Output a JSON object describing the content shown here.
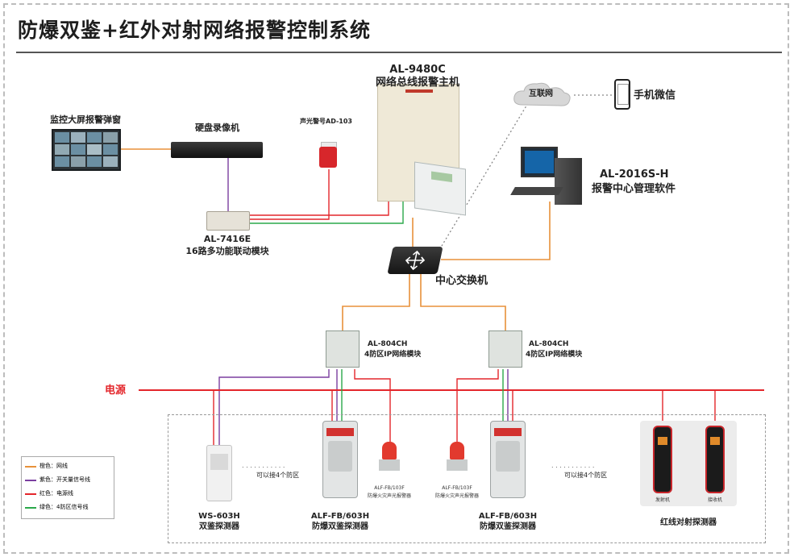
{
  "title": "防爆双鉴+红外对射网络报警控制系统",
  "nodes": {
    "host_model": "AL-9480C",
    "host_name": "网络总线报警主机",
    "video_wall": "监控大屏报警弹窗",
    "nvr": "硬盘录像机",
    "linkage_model": "AL-7416E",
    "linkage_name": "16路多功能联动模块",
    "siren": "声光警号AD-103",
    "internet": "互联网",
    "phone": "手机微信",
    "software_model": "AL-2016S-H",
    "software_name": "报警中心管理软件",
    "switch": "中心交换机",
    "module_left_model": "AL-804CH",
    "module_left_name": "4防区IP网络模块",
    "module_right_model": "AL-804CH",
    "module_right_name": "4防区IP网络模块",
    "power": "电源",
    "ws_model": "WS-603H",
    "ws_name": "双鉴探测器",
    "alf_left_model": "ALF-FB/603H",
    "alf_left_name": "防爆双鉴探测器",
    "alf_right_model": "ALF-FB/603H",
    "alf_right_name": "防爆双鉴探测器",
    "beacon_left_model": "ALF-FB/103F",
    "beacon_left_name": "防爆火灾声光报警器",
    "beacon_right_model": "ALF-FB/103F",
    "beacon_right_name": "防爆火灾声光报警器",
    "note_left": "可以接4个防区",
    "note_right": "可以接4个防区",
    "ir_tx": "发射机",
    "ir_rx": "接收机",
    "ir_name": "红线对射探测器"
  },
  "legend": [
    {
      "text": "橙色：网线",
      "color": "#e8913a"
    },
    {
      "text": "紫色：开关量信号线",
      "color": "#7b3fa0"
    },
    {
      "text": "红色：电源线",
      "color": "#e4262b"
    },
    {
      "text": "绿色：4防区信号线",
      "color": "#2aa84a"
    }
  ]
}
